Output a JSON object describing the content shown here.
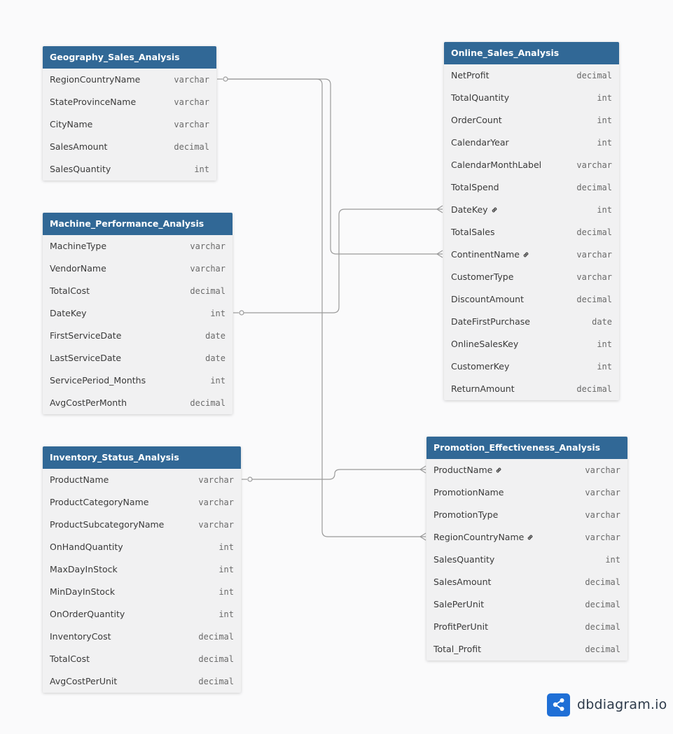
{
  "tables": [
    {
      "name": "Geography_Sales_Analysis",
      "columns": [
        {
          "name": "RegionCountryName",
          "type": "varchar",
          "linked": false
        },
        {
          "name": "StateProvinceName",
          "type": "varchar",
          "linked": false
        },
        {
          "name": "CityName",
          "type": "varchar",
          "linked": false
        },
        {
          "name": "SalesAmount",
          "type": "decimal",
          "linked": false
        },
        {
          "name": "SalesQuantity",
          "type": "int",
          "linked": false
        }
      ]
    },
    {
      "name": "Machine_Performance_Analysis",
      "columns": [
        {
          "name": "MachineType",
          "type": "varchar",
          "linked": false
        },
        {
          "name": "VendorName",
          "type": "varchar",
          "linked": false
        },
        {
          "name": "TotalCost",
          "type": "decimal",
          "linked": false
        },
        {
          "name": "DateKey",
          "type": "int",
          "linked": false
        },
        {
          "name": "FirstServiceDate",
          "type": "date",
          "linked": false
        },
        {
          "name": "LastServiceDate",
          "type": "date",
          "linked": false
        },
        {
          "name": "ServicePeriod_Months",
          "type": "int",
          "linked": false
        },
        {
          "name": "AvgCostPerMonth",
          "type": "decimal",
          "linked": false
        }
      ]
    },
    {
      "name": "Inventory_Status_Analysis",
      "columns": [
        {
          "name": "ProductName",
          "type": "varchar",
          "linked": false
        },
        {
          "name": "ProductCategoryName",
          "type": "varchar",
          "linked": false
        },
        {
          "name": "ProductSubcategoryName",
          "type": "varchar",
          "linked": false
        },
        {
          "name": "OnHandQuantity",
          "type": "int",
          "linked": false
        },
        {
          "name": "MaxDayInStock",
          "type": "int",
          "linked": false
        },
        {
          "name": "MinDayInStock",
          "type": "int",
          "linked": false
        },
        {
          "name": "OnOrderQuantity",
          "type": "int",
          "linked": false
        },
        {
          "name": "InventoryCost",
          "type": "decimal",
          "linked": false
        },
        {
          "name": "TotalCost",
          "type": "decimal",
          "linked": false
        },
        {
          "name": "AvgCostPerUnit",
          "type": "decimal",
          "linked": false
        }
      ]
    },
    {
      "name": "Online_Sales_Analysis",
      "columns": [
        {
          "name": "NetProfit",
          "type": "decimal",
          "linked": false
        },
        {
          "name": "TotalQuantity",
          "type": "int",
          "linked": false
        },
        {
          "name": "OrderCount",
          "type": "int",
          "linked": false
        },
        {
          "name": "CalendarYear",
          "type": "int",
          "linked": false
        },
        {
          "name": "CalendarMonthLabel",
          "type": "varchar",
          "linked": false
        },
        {
          "name": "TotalSpend",
          "type": "decimal",
          "linked": false
        },
        {
          "name": "DateKey",
          "type": "int",
          "linked": true
        },
        {
          "name": "TotalSales",
          "type": "decimal",
          "linked": false
        },
        {
          "name": "ContinentName",
          "type": "varchar",
          "linked": true
        },
        {
          "name": "CustomerType",
          "type": "varchar",
          "linked": false
        },
        {
          "name": "DiscountAmount",
          "type": "decimal",
          "linked": false
        },
        {
          "name": "DateFirstPurchase",
          "type": "date",
          "linked": false
        },
        {
          "name": "OnlineSalesKey",
          "type": "int",
          "linked": false
        },
        {
          "name": "CustomerKey",
          "type": "int",
          "linked": false
        },
        {
          "name": "ReturnAmount",
          "type": "decimal",
          "linked": false
        }
      ]
    },
    {
      "name": "Promotion_Effectiveness_Analysis",
      "columns": [
        {
          "name": "ProductName",
          "type": "varchar",
          "linked": true
        },
        {
          "name": "PromotionName",
          "type": "varchar",
          "linked": false
        },
        {
          "name": "PromotionType",
          "type": "varchar",
          "linked": false
        },
        {
          "name": "RegionCountryName",
          "type": "varchar",
          "linked": true
        },
        {
          "name": "SalesQuantity",
          "type": "int",
          "linked": false
        },
        {
          "name": "SalesAmount",
          "type": "decimal",
          "linked": false
        },
        {
          "name": "SalePerUnit",
          "type": "decimal",
          "linked": false
        },
        {
          "name": "ProfitPerUnit",
          "type": "decimal",
          "linked": false
        },
        {
          "name": "Total_Profit",
          "type": "decimal",
          "linked": false
        }
      ]
    }
  ],
  "relationships": [
    {
      "from_table": "Geography_Sales_Analysis",
      "from_column": "RegionCountryName",
      "to_table": "Online_Sales_Analysis",
      "to_column": "ContinentName"
    },
    {
      "from_table": "Geography_Sales_Analysis",
      "from_column": "RegionCountryName",
      "to_table": "Promotion_Effectiveness_Analysis",
      "to_column": "RegionCountryName"
    },
    {
      "from_table": "Machine_Performance_Analysis",
      "from_column": "DateKey",
      "to_table": "Online_Sales_Analysis",
      "to_column": "DateKey"
    },
    {
      "from_table": "Inventory_Status_Analysis",
      "from_column": "ProductName",
      "to_table": "Promotion_Effectiveness_Analysis",
      "to_column": "ProductName"
    }
  ],
  "colors": {
    "header": "#316896",
    "connector": "#9a9a9a",
    "logo": "#1f6fd6"
  },
  "logo": {
    "text": "dbdiagram.io",
    "icon": "share-nodes-icon"
  }
}
